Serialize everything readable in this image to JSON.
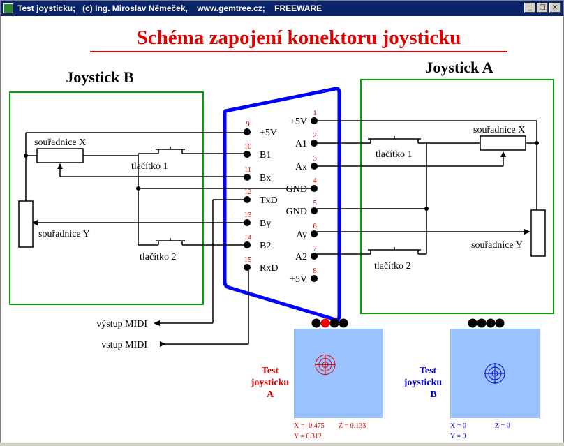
{
  "window": {
    "title": "Test joysticku;   (c) Ing. Miroslav Němeček,    www.gemtree.cz;    FREEWARE",
    "min_icon": "minimize-icon",
    "max_icon": "maximize-icon",
    "close_icon": "close-icon"
  },
  "heading": "Schéma zapojení konektoru joysticku",
  "joystick_b": {
    "title": "Joystick B",
    "coord_x": "souřadnice X",
    "coord_y": "souřadnice Y",
    "button1": "tlačítko 1",
    "button2": "tlačítko 2"
  },
  "joystick_a": {
    "title": "Joystick A",
    "coord_x": "souřadnice X",
    "coord_y": "souřadnice Y",
    "button1": "tlačítko 1",
    "button2": "tlačítko 2"
  },
  "connector": {
    "pins_right": [
      {
        "num": "1",
        "label": "+5V"
      },
      {
        "num": "2",
        "label": "A1"
      },
      {
        "num": "3",
        "label": "Ax"
      },
      {
        "num": "4",
        "label": "GND"
      },
      {
        "num": "5",
        "label": "GND"
      },
      {
        "num": "6",
        "label": "Ay"
      },
      {
        "num": "7",
        "label": "A2"
      },
      {
        "num": "8",
        "label": "+5V"
      }
    ],
    "pins_left": [
      {
        "num": "9",
        "label": "+5V"
      },
      {
        "num": "10",
        "label": "B1"
      },
      {
        "num": "11",
        "label": "Bx"
      },
      {
        "num": "12",
        "label": "TxD"
      },
      {
        "num": "13",
        "label": "By"
      },
      {
        "num": "14",
        "label": "B2"
      },
      {
        "num": "15",
        "label": "RxD"
      }
    ]
  },
  "midi": {
    "out": "výstup MIDI",
    "in": "vstup MIDI"
  },
  "test_a": {
    "label_line1": "Test",
    "label_line2": "joysticku",
    "label_line3": "A",
    "x_text": "X = -0.475",
    "z_text": "Z = 0.133",
    "y_text": "Y = 0.312",
    "x": -0.475,
    "y": 0.312,
    "z": 0.133,
    "buttons": [
      "off",
      "on",
      "off",
      "off"
    ]
  },
  "test_b": {
    "label_line1": "Test",
    "label_line2": "joysticku",
    "label_line3": "B",
    "x_text": "X = 0",
    "z_text": "Z = 0",
    "y_text": "Y = 0",
    "x": 0,
    "y": 0,
    "z": 0,
    "buttons": [
      "off",
      "off",
      "off",
      "off"
    ]
  },
  "colors": {
    "heading": "#e00000",
    "box": "#00a000",
    "connector": "#0000ff",
    "pin_number": "#cc0000",
    "pad": "#99c2ff",
    "test_a": "#e00000",
    "test_b": "#0000cc",
    "button_on": "#ee0000",
    "button_off": "#000000"
  }
}
